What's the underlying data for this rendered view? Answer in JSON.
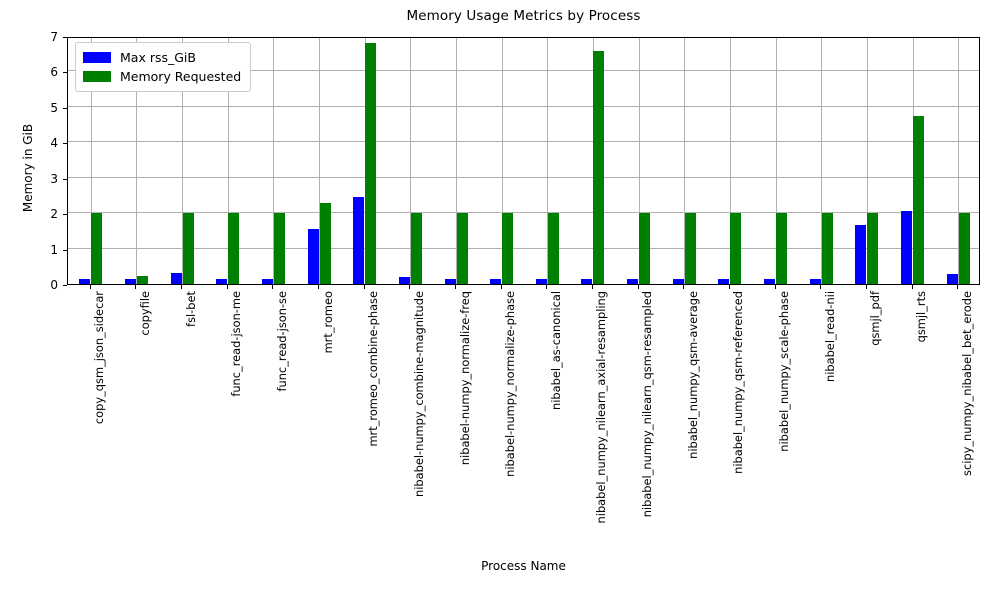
{
  "chart_data": {
    "type": "bar",
    "title": "Memory Usage Metrics by Process",
    "xlabel": "Process Name",
    "ylabel": "Memory in GiB",
    "ylim": [
      0,
      7
    ],
    "yticks": [
      0,
      1,
      2,
      3,
      4,
      5,
      6,
      7
    ],
    "grid": true,
    "legend_position": "upper left",
    "categories": [
      "copy_qsm_json_sidecar",
      "copyfile",
      "fsl-bet",
      "func_read-json-me",
      "func_read-json-se",
      "mrt_romeo",
      "mrt_romeo_combine-phase",
      "nibabel-numpy_combine-magnitude",
      "nibabel-numpy_normalize-freq",
      "nibabel-numpy_normalize-phase",
      "nibabel_as-canonical",
      "nibabel_numpy_nilearn_axial-resampling",
      "nibabel_numpy_nilearn_qsm-resampled",
      "nibabel_numpy_qsm-average",
      "nibabel_numpy_qsm-referenced",
      "nibabel_numpy_scale-phase",
      "nibabel_read-nii",
      "qsmjl_pdf",
      "qsmjl_rts",
      "scipy_numpy_nibabel_bet_erode"
    ],
    "series": [
      {
        "name": "Max rss_GiB",
        "color": "#0000ff",
        "values": [
          0.15,
          0.15,
          0.3,
          0.15,
          0.15,
          1.55,
          2.45,
          0.21,
          0.15,
          0.15,
          0.15,
          0.15,
          0.15,
          0.15,
          0.15,
          0.15,
          0.15,
          1.67,
          2.05,
          0.28
        ]
      },
      {
        "name": "Memory Requested",
        "color": "#008000",
        "values": [
          2.0,
          0.22,
          2.0,
          2.0,
          2.0,
          2.28,
          6.8,
          2.0,
          2.0,
          2.0,
          2.0,
          6.58,
          2.0,
          2.0,
          2.0,
          2.0,
          2.0,
          2.0,
          4.75,
          2.0
        ]
      }
    ]
  },
  "legend": {
    "entries": [
      {
        "label": "Max rss_GiB",
        "swatch": "max-rss"
      },
      {
        "label": "Memory Requested",
        "swatch": "mem-req"
      }
    ]
  }
}
